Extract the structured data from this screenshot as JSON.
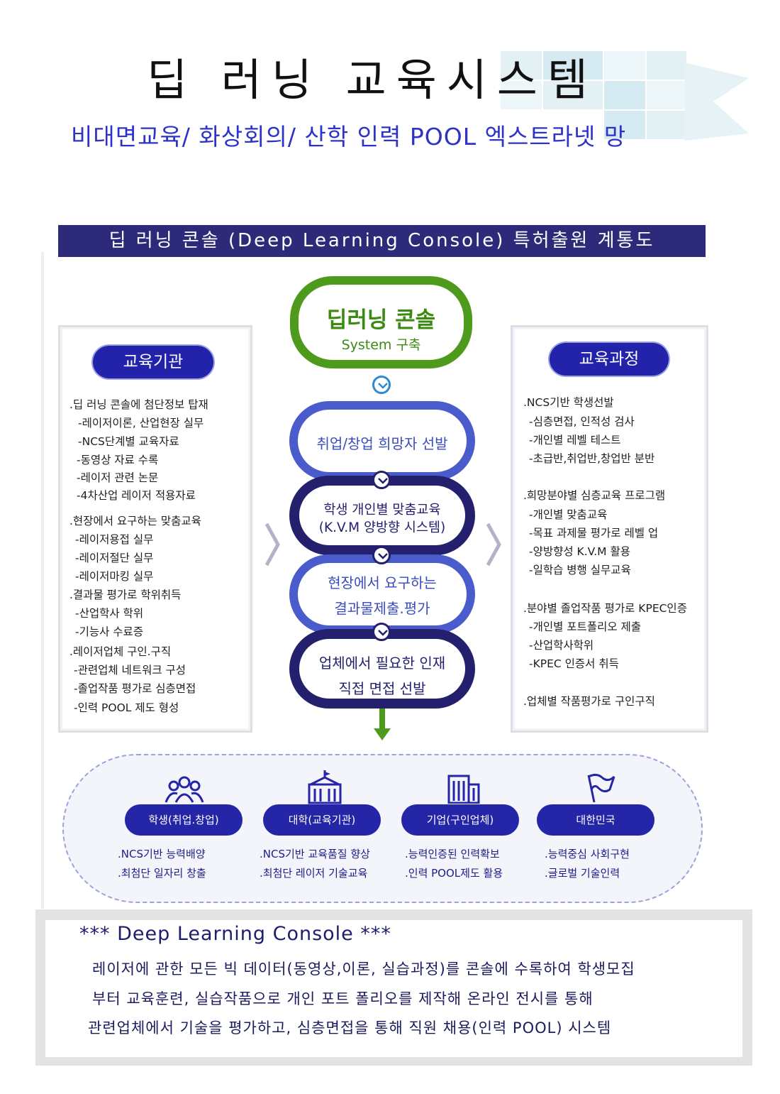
{
  "header": {
    "title": "딥 러닝 교육시스템",
    "subtitle": "비대면교육/ 화상회의/ 산학 인력 POOL 엑스트라넷 망"
  },
  "banner": "딥 러닝 콘솔 (Deep Learning Console) 특허출원 계통도",
  "console": {
    "title": "딥러닝 콘솔",
    "subtitle": "System 구축"
  },
  "flow": [
    {
      "line1": "취업/창업 희망자 선발",
      "line2": ""
    },
    {
      "line1": "학생 개인별 맞춤교육",
      "line2": "(K.V.M 양방향 시스템)"
    },
    {
      "line1": "현장에서 요구하는",
      "line2": "결과물제출.평가"
    },
    {
      "line1": "업체에서 필요한 인재",
      "line2": "직접 면접 선발"
    }
  ],
  "left_panel": {
    "title": "교육기관",
    "lines": [
      ".딥 러닝 콘솔에 첨단정보 탑재",
      "-레이저이론, 산업현장 실무",
      "-NCS단계별 교육자료",
      "-동영상 자료 수록",
      "-레이저 관련 논문",
      "-4차산업 레이저 적용자료",
      ".현장에서 요구하는 맞춤교육",
      "-레이저용접 실무",
      "-레이저절단 실무",
      "-레이저마킹 실무",
      ".결과물 평가로 학위취득",
      "-산업학사 학위",
      "-기능사 수료증",
      ".레이저업체 구인.구직",
      "-관련업체 네트워크 구성",
      "-졸업작품 평가로 심층면접",
      "-인력 POOL 제도 형성"
    ]
  },
  "right_panel": {
    "title": "교육과정",
    "lines": [
      ".NCS기반 학생선발",
      "-심층면접, 인적성 검사",
      "-개인별 레벨 테스트",
      "-초급반,취업반,창업반 분반",
      ".희망분야별 심층교육 프로그램",
      "-개인별 맞춤교육",
      "-목표 과제물 평가로 레벨 업",
      "-양방향성 K.V.M 활용",
      "-일학습 병행 실무교육",
      ".분야별 졸업작품 평가로 KPEC인증",
      "-개인별 포트폴리오 제출",
      "-산업학사학위",
      "-KPEC 인증서 취득",
      ".업체별 작품평가로 구인구직"
    ]
  },
  "stakeholders": [
    {
      "label": "학생(취업.창업)",
      "icon": "people-group-icon",
      "lines": [
        ".NCS기반 능력배양",
        ".최첨단 일자리 창출"
      ]
    },
    {
      "label": "대학(교육기관)",
      "icon": "school-building-icon",
      "lines": [
        ".NCS기반 교육품질 향상",
        ".최첨단 레이저 기술교육"
      ]
    },
    {
      "label": "기업(구인업체)",
      "icon": "office-building-icon",
      "lines": [
        ".능력인증된 인력확보",
        ".인력 POOL제도 활용"
      ]
    },
    {
      "label": "대한민국",
      "icon": "flag-icon",
      "lines": [
        ".능력중심 사회구현",
        ".글로벌 기술인력"
      ]
    }
  ],
  "note": {
    "heading": "*** Deep Learning Console ***",
    "lines": [
      "레이저에 관한 모든 빅 데이터(동영상,이론, 실습과정)를 콘솔에 수록하여 학생모집",
      "부터 교육훈련, 실습작품으로 개인 포트 폴리오를 제작해  온라인 전시를 통해",
      "관련업체에서 기술을 평가하고, 심층면접을 통해 직원 채용(인력 POOL) 시스템"
    ]
  },
  "colors": {
    "banner": "#2e2a7a",
    "green": "#4e9a1c",
    "blue": "#4a5ccc",
    "navy": "#24206e",
    "pill": "#2222aa"
  }
}
